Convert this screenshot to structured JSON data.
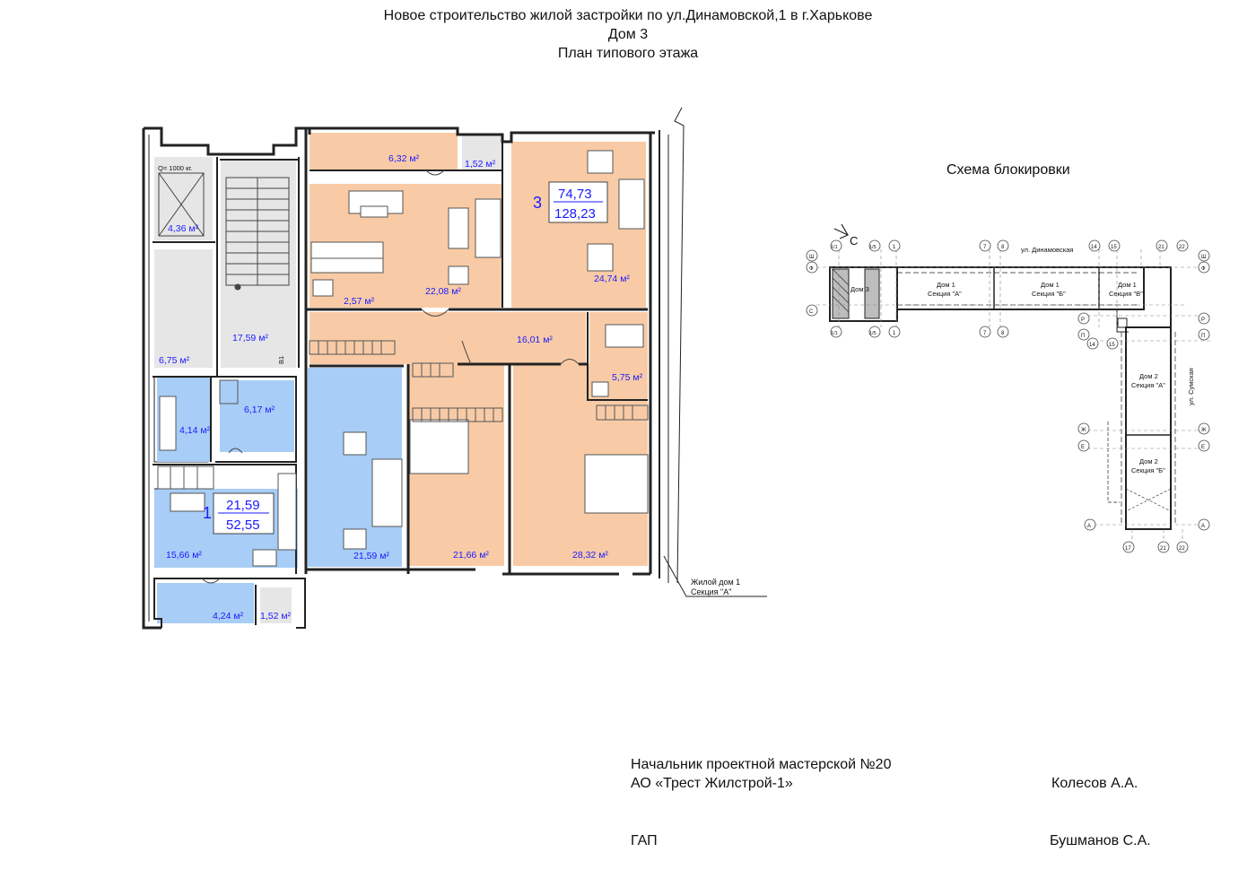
{
  "header": {
    "line1": "Новое строительство жилой застройки по ул.Динамовской,1 в г.Харькове",
    "line2": "Дом 3",
    "line3": "План типового этажа"
  },
  "plan": {
    "colors": {
      "orange": "#f8cba6",
      "blue": "#a8cdf6",
      "grey": "#e6e6e6",
      "wall": "#222222",
      "area_text": "#1a1aff"
    },
    "lift_capacity": "Q= 1000 кг.",
    "lift_label": "В1",
    "areas": {
      "lift": "4,36 м²",
      "hall_left": "6,75 м²",
      "stairs": "17,59 м²",
      "balcony_top": "6,32 м²",
      "balcony_top_small": "1,52 м²",
      "kitchen_living": "22,08 м²",
      "wc_small": "2,57 м²",
      "room_top_right": "24,74 м²",
      "corridor": "16,01 м²",
      "bath_right": "5,75 м²",
      "bath_left": "4,14 м²",
      "hall_apt1": "6,17 м²",
      "kitchen_apt1": "15,66 м²",
      "living_apt1": "21,59 м²",
      "bedroom_1": "21,66 м²",
      "bedroom_2": "28,32 м²",
      "balcony_bottom": "4,24 м²",
      "balcony_bottom_small": "1,52 м²"
    },
    "apt1": {
      "number": "1",
      "living": "21,59",
      "total": "52,55"
    },
    "apt3": {
      "number": "3",
      "living": "74,73",
      "total": "128,23"
    },
    "neighbor_line1": "Жилой дом 1",
    "neighbor_line2": "Секция \"А\""
  },
  "scheme": {
    "title": "Схема блокировки",
    "street_top": "ул. Динамовская",
    "street_right": "ул. Сумская",
    "north": "С",
    "dom3": "Дом 3",
    "d1a_1": "Дом 1",
    "d1a_2": "Секция \"А\"",
    "d1b_1": "Дом 1",
    "d1b_2": "Секция \"Б\"",
    "d1v_1": "Дом 1",
    "d1v_2": "Секция \"В\"",
    "d2a_1": "Дом 2",
    "d2a_2": "Секция \"А\"",
    "d2b_1": "Дом 2",
    "d2b_2": "Секция \"Б\"",
    "axes": {
      "a1_1": "1/1",
      "a1_5": "1/5",
      "a1": "1",
      "a7": "7",
      "a8": "8",
      "a14": "14",
      "a15": "15",
      "a17": "17",
      "a21": "21",
      "a22": "22",
      "sh": "Ш",
      "f": "Ф",
      "s": "С",
      "r": "Р",
      "p": "П",
      "zh": "Ж",
      "e": "Е",
      "a": "А"
    }
  },
  "signatures": {
    "role1_line1": "Начальник проектной мастерской №20",
    "role1_line2": "АО «Трест Жилстрой-1»",
    "name1": "Колесов А.А.",
    "role2": "ГАП",
    "name2": "Бушманов С.А."
  }
}
